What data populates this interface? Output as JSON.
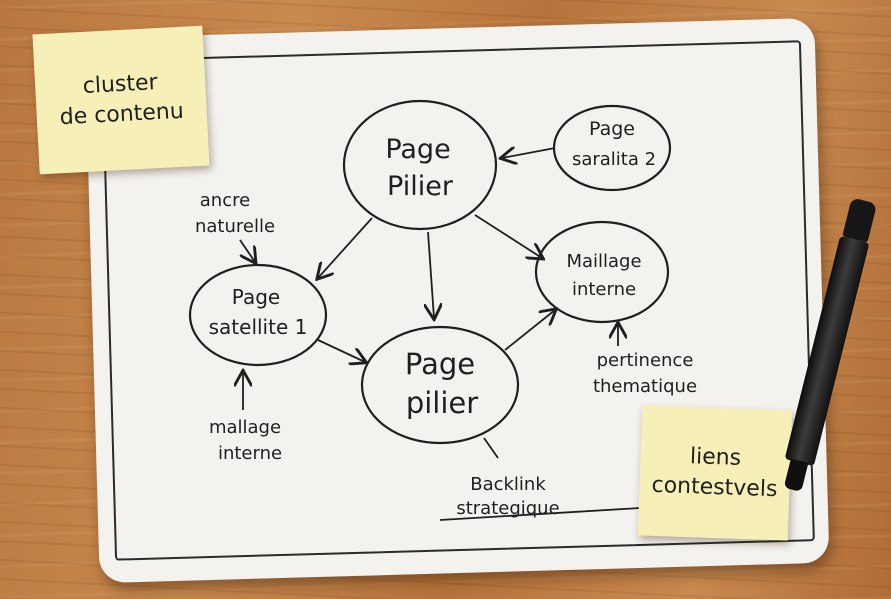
{
  "sticky_notes": {
    "left": {
      "line1": "cluster",
      "line2": "de contenu"
    },
    "right": {
      "line1": "liens",
      "line2": "contestvels"
    }
  },
  "nodes": {
    "pilier_top": {
      "line1": "Page",
      "line2": "Pilier"
    },
    "satellite_2": {
      "line1": "Page",
      "line2": "saralita 2"
    },
    "satellite_1": {
      "line1": "Page",
      "line2": "satellite 1"
    },
    "pilier_center": {
      "line1": "Page",
      "line2": "pilier"
    },
    "maillage": {
      "line1": "Maillage",
      "line2": "interne"
    }
  },
  "labels": {
    "ancre": {
      "line1": "ancre",
      "line2": "naturelle"
    },
    "mallage": {
      "line1": "mallage",
      "line2": "interne"
    },
    "pertinence": {
      "line1": "pertinence",
      "line2": "thematique"
    },
    "backlink": {
      "line1": "Backlink",
      "line2": "strategique"
    }
  },
  "colors": {
    "ink": "#1f1f1f",
    "board": "#f3f2ee",
    "sticky": "#f6efb8",
    "wood": "#c07f45",
    "marker": "#161616"
  }
}
